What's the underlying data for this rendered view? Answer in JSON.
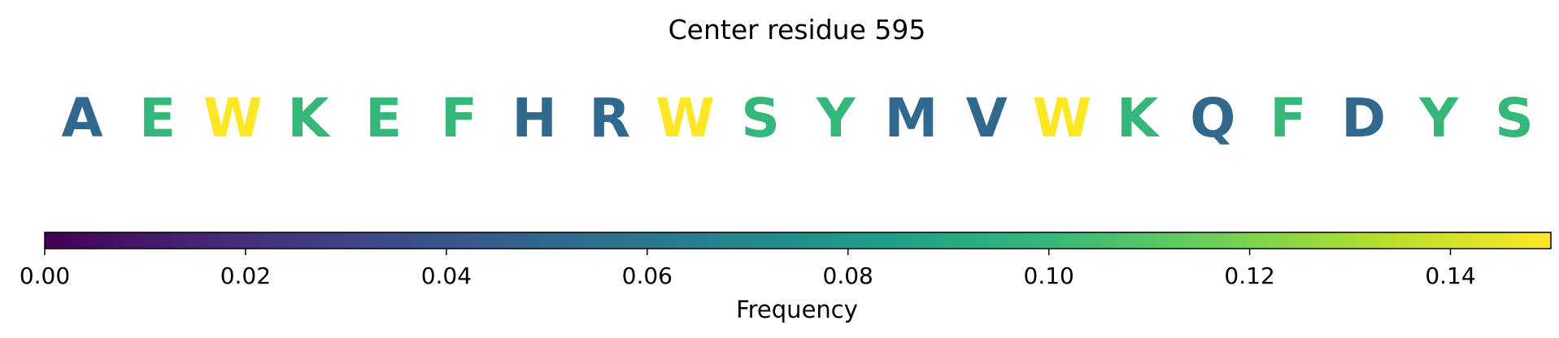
{
  "chart_data": {
    "type": "sequence-logo",
    "title": "Center residue 595",
    "residues": [
      {
        "letter": "A",
        "value": 0.05
      },
      {
        "letter": "E",
        "value": 0.1
      },
      {
        "letter": "W",
        "value": 0.15
      },
      {
        "letter": "K",
        "value": 0.1
      },
      {
        "letter": "E",
        "value": 0.1
      },
      {
        "letter": "F",
        "value": 0.1
      },
      {
        "letter": "H",
        "value": 0.05
      },
      {
        "letter": "R",
        "value": 0.05
      },
      {
        "letter": "W",
        "value": 0.15
      },
      {
        "letter": "S",
        "value": 0.1
      },
      {
        "letter": "Y",
        "value": 0.1
      },
      {
        "letter": "M",
        "value": 0.05
      },
      {
        "letter": "V",
        "value": 0.05
      },
      {
        "letter": "W",
        "value": 0.15
      },
      {
        "letter": "K",
        "value": 0.1
      },
      {
        "letter": "Q",
        "value": 0.05
      },
      {
        "letter": "F",
        "value": 0.1
      },
      {
        "letter": "D",
        "value": 0.05
      },
      {
        "letter": "Y",
        "value": 0.1
      },
      {
        "letter": "S",
        "value": 0.1
      }
    ],
    "colorbar": {
      "label": "Frequency",
      "range": [
        0.0,
        0.15
      ],
      "ticks": [
        "0.00",
        "0.02",
        "0.04",
        "0.06",
        "0.08",
        "0.10",
        "0.12",
        "0.14"
      ],
      "tick_values": [
        0.0,
        0.02,
        0.04,
        0.06,
        0.08,
        0.1,
        0.12,
        0.14
      ],
      "colormap": "viridis",
      "colormap_stops": [
        "#440154",
        "#482878",
        "#3e4989",
        "#31688e",
        "#26828e",
        "#1f9e89",
        "#35b779",
        "#6ece58",
        "#b5de2b",
        "#fde725"
      ]
    }
  }
}
